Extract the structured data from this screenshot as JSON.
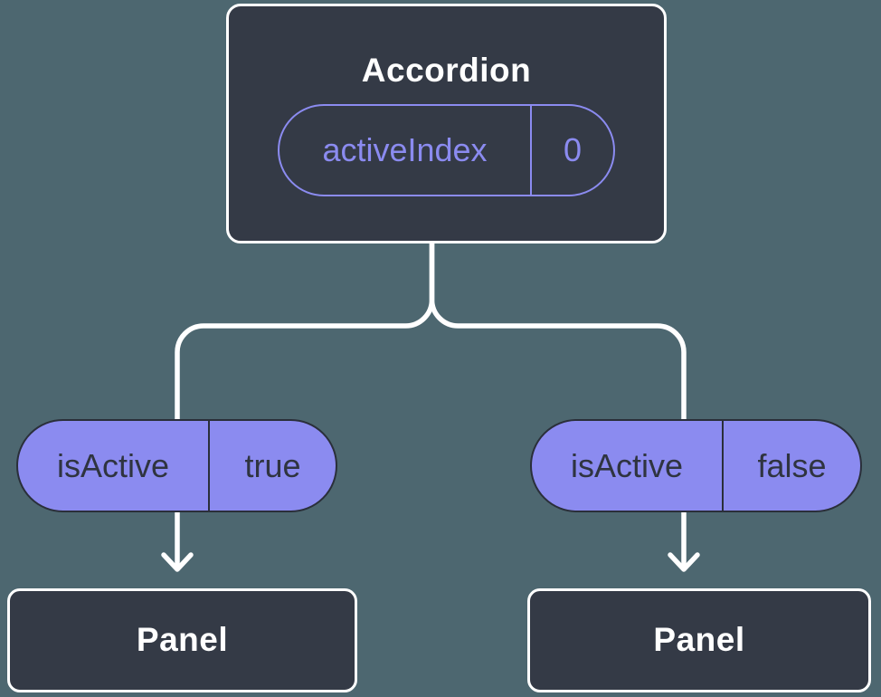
{
  "diagram": {
    "root": {
      "title": "Accordion",
      "state": {
        "name": "activeIndex",
        "value": "0"
      }
    },
    "children": [
      {
        "prop": {
          "name": "isActive",
          "value": "true"
        },
        "title": "Panel"
      },
      {
        "prop": {
          "name": "isActive",
          "value": "false"
        },
        "title": "Panel"
      }
    ]
  },
  "colors": {
    "background": "#4D6770",
    "node_fill": "#343A46",
    "node_border": "#FFFFFF",
    "accent_purple": "#8B8BF0",
    "pill_text_dark": "#2F3440",
    "pill_outline_dark": "#2A2F3A",
    "connector": "#FFFFFF"
  }
}
